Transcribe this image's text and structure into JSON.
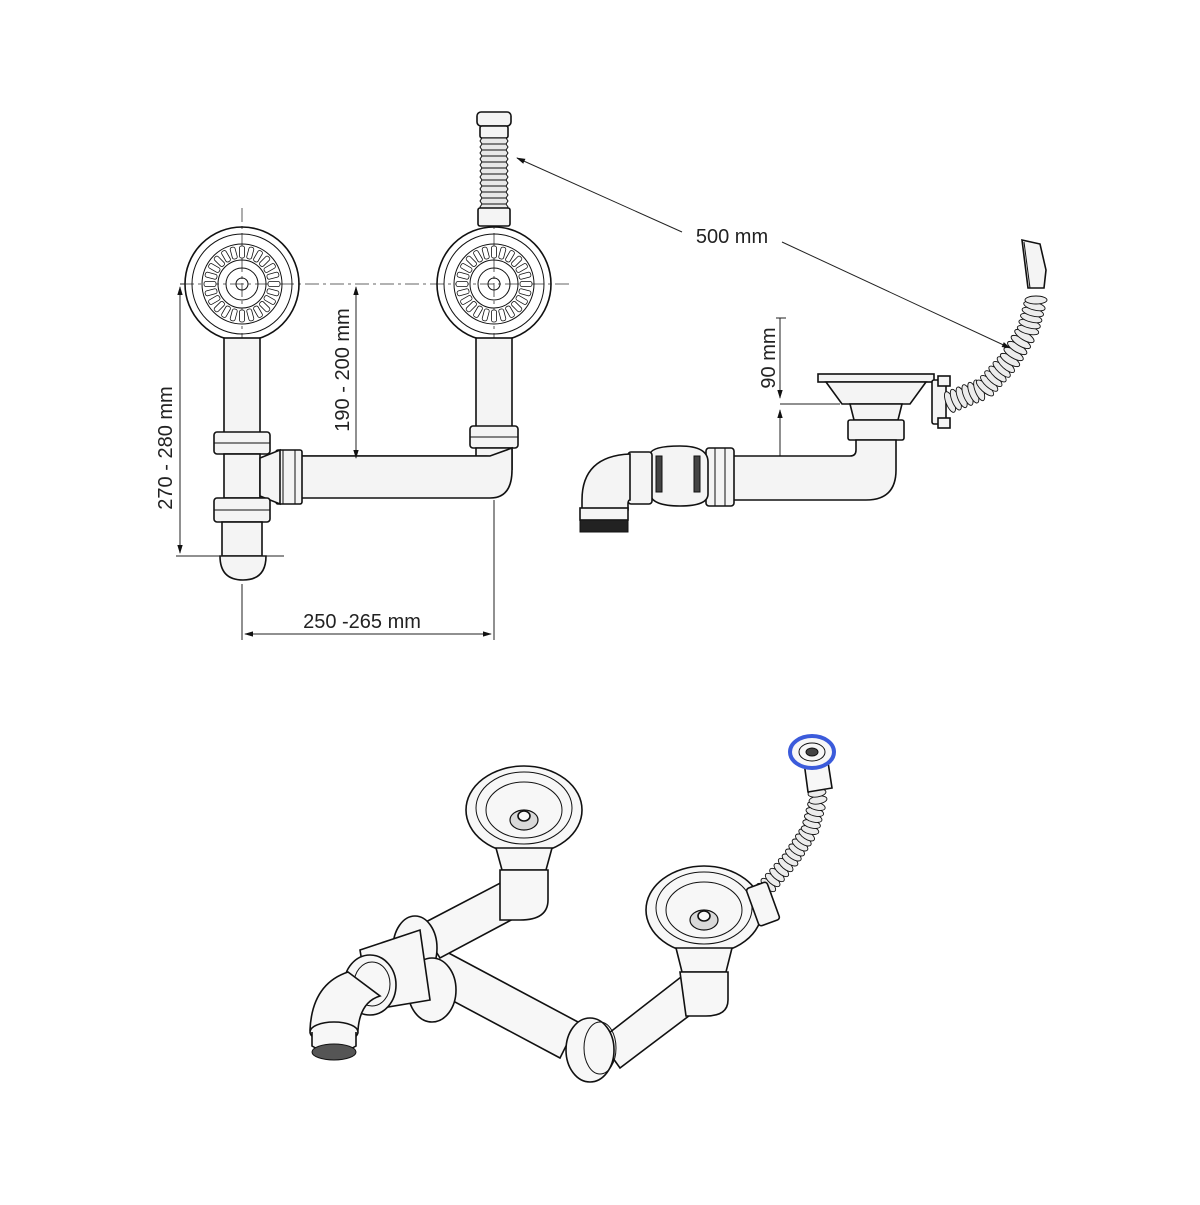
{
  "dimensions": {
    "height_left": "270 - 280 mm",
    "height_center": "190 - 200 mm",
    "width_bottom": "250 -265 mm",
    "hose_length": "500 mm",
    "depth_side": "90 mm"
  },
  "colors": {
    "line": "#111111",
    "fill": "#f4f4f4",
    "overflow_ring_accent": "#3b5bdb"
  },
  "views": [
    "front-view-drawing",
    "side-view-drawing",
    "isometric-view"
  ]
}
